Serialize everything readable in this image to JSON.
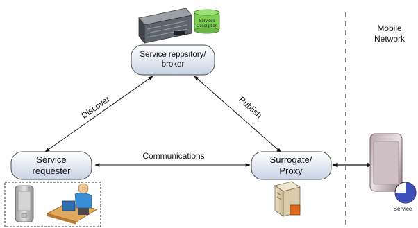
{
  "nodes": {
    "repository": {
      "line1": "Service repository/",
      "line2": "broker"
    },
    "requester": {
      "line1": "Service",
      "line2": "requester"
    },
    "surrogate": {
      "line1": "Surrogate/",
      "line2": "Proxy"
    }
  },
  "edges": {
    "discover": "Discover",
    "publish": "Publish",
    "communications": "Communications"
  },
  "server_label": {
    "line1": "Services",
    "line2": "Description"
  },
  "mobile_network": {
    "line1": "Mobile",
    "line2": "Network"
  },
  "service_label": "Service",
  "colors": {
    "node_fill_top": "#ffffff",
    "node_fill_bottom": "#c9d3e4",
    "node_stroke": "#4a4a4a",
    "service_circle": "#3f4fb8",
    "server_badge": "#7ccf52"
  }
}
